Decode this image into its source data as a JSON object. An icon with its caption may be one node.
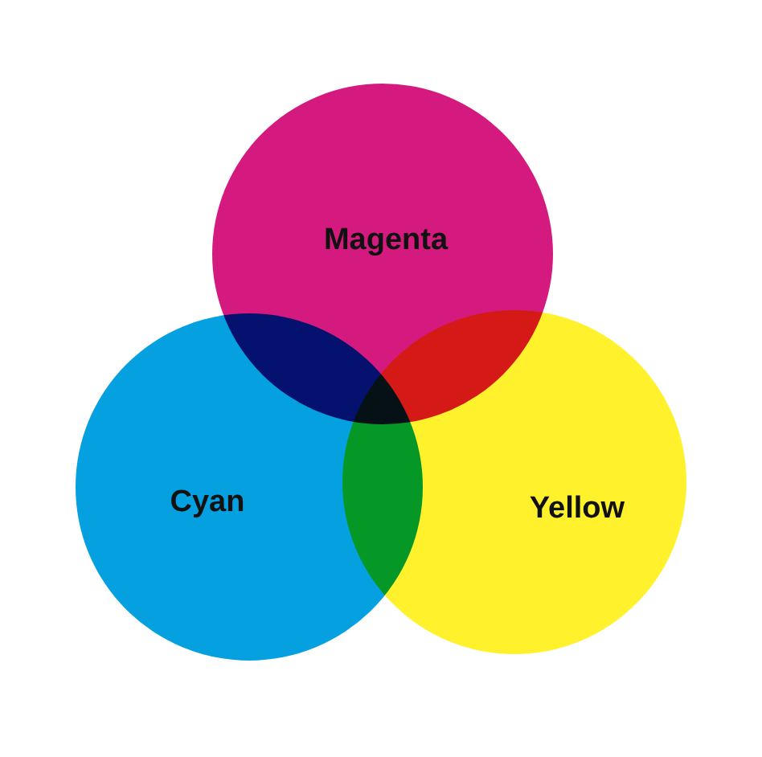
{
  "diagram": {
    "nodes": [
      {
        "text": [
          "Magenta"
        ]
      },
      {
        "text": [
          "Cyan"
        ]
      },
      {
        "text": [
          "Yellow"
        ]
      }
    ],
    "edges": []
  }
}
